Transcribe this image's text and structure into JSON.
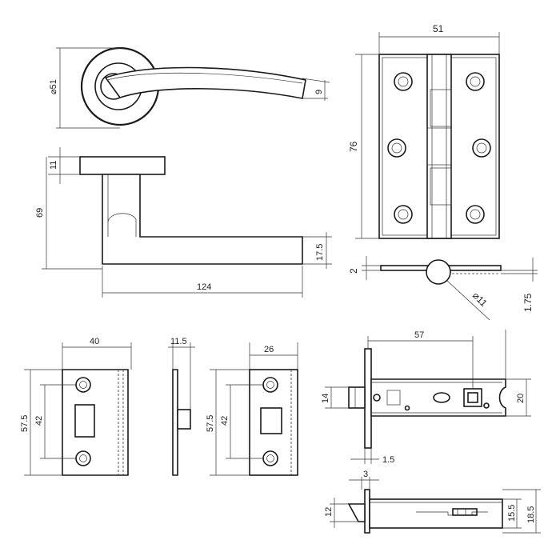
{
  "dimensions": {
    "rose_diameter": "⌀51",
    "lever_tip": "9",
    "hinge_width": "51",
    "hinge_height": "76",
    "rose_thickness": "11",
    "handle_height": "69",
    "lever_thickness": "17.5",
    "lever_length": "124",
    "hinge_leaf": "2",
    "knuckle_diameter": "⌀11",
    "knuckle_offset": "1.75",
    "striker_width": "40",
    "striker_height": "57.5",
    "striker_holes": "42",
    "striker_side": "11.5",
    "keep_width": "26",
    "keep_height": "57.5",
    "keep_holes": "42",
    "latch_backset": "57",
    "latch_forend": "14",
    "latch_case": "20",
    "latch_plate": "1.5",
    "latch_bolt": "3",
    "latch_bolt_h": "12",
    "latch_case_h": "15.5",
    "latch_overall_h": "18.5"
  }
}
